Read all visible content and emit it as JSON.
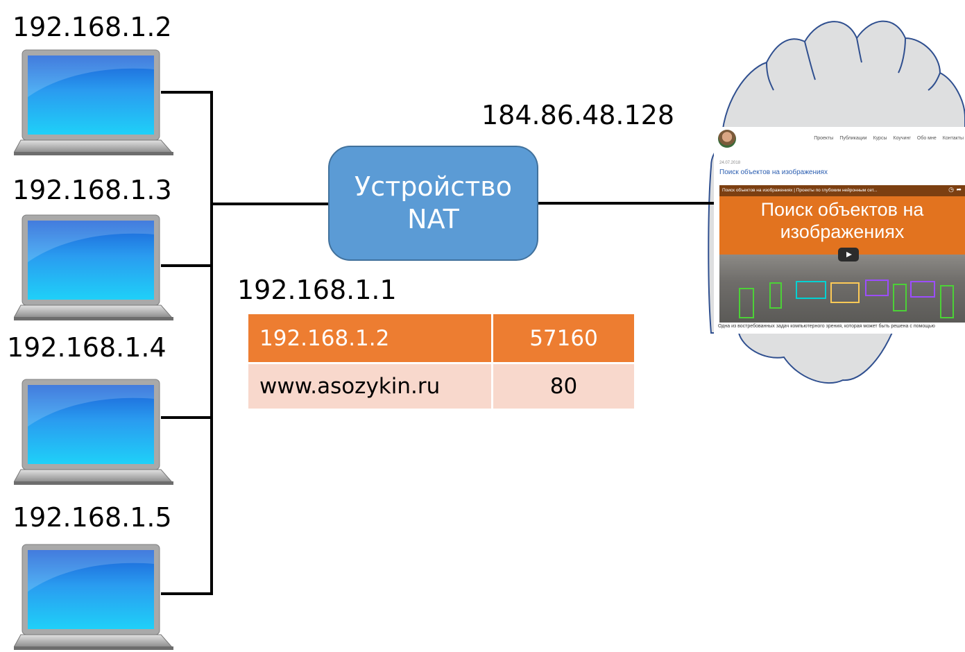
{
  "laptops": [
    {
      "ip": "192.168.1.2"
    },
    {
      "ip": "192.168.1.3"
    },
    {
      "ip": "192.168.1.4"
    },
    {
      "ip": "192.168.1.5"
    }
  ],
  "nat": {
    "label_line1": "Устройство",
    "label_line2": "NAT",
    "internal_ip": "192.168.1.1",
    "external_ip": "184.86.48.128"
  },
  "nat_table": {
    "rows": [
      {
        "address": "192.168.1.2",
        "port": "57160"
      },
      {
        "address": "www.asozykin.ru",
        "port": "80"
      }
    ]
  },
  "website": {
    "nav": [
      "Проекты",
      "Публикации",
      "Курсы",
      "Коучинг",
      "Обо мне",
      "Контакты"
    ],
    "date": "24.07.2018",
    "title": "Поиск объектов на изображениях",
    "video_bar": "Поиск объектов на изображениях | Проекты по глубоким нейронным сет...",
    "video_title_line1": "Поиск объектов на",
    "video_title_line2": "изображениях",
    "caption": "Одна из востребованных задач компьютерного зрения, которая может быть решена с помощью"
  },
  "colors": {
    "nat_fill": "#5b9bd5",
    "table_header": "#ed7d31",
    "table_row": "#f8d8cc",
    "cloud_fill": "#dedfe0",
    "cloud_stroke": "#2f4f8f"
  }
}
